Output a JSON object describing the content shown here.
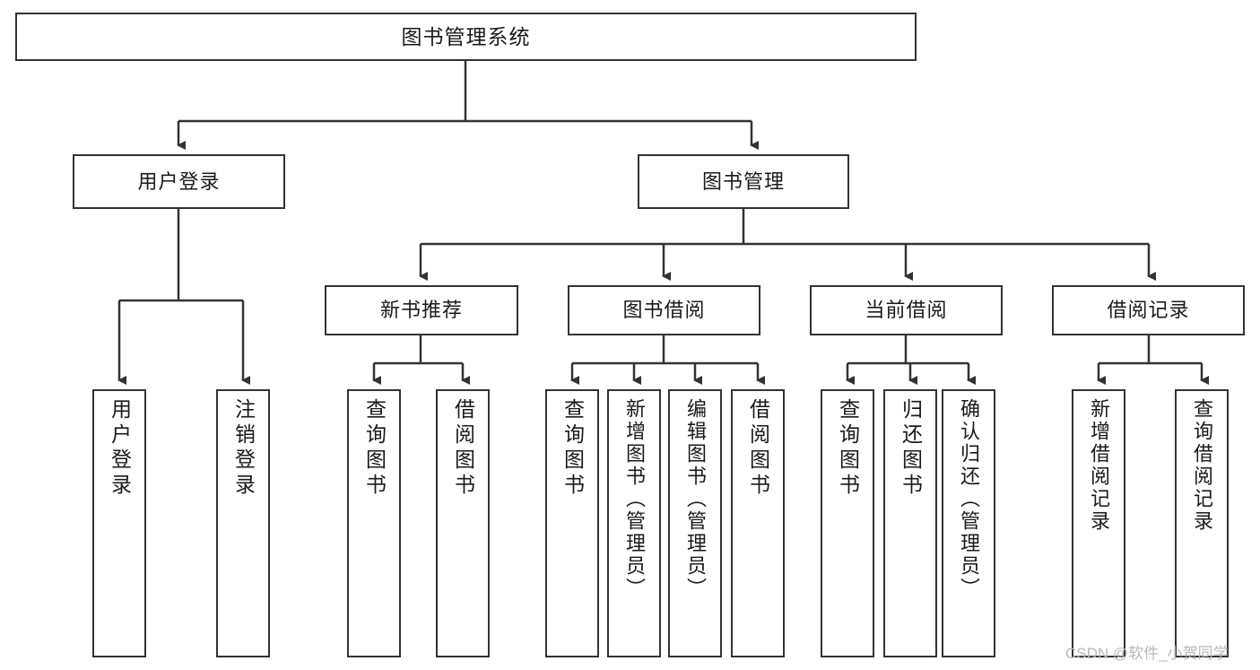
{
  "diagram": {
    "title": "图书管理系统",
    "watermark": "CSDN @软件_小贺同学",
    "colors": {
      "border": "#333333",
      "background": "#ffffff",
      "text": "#1a1a1a",
      "watermark": "#b9b9b9"
    },
    "levels": {
      "root": {
        "label": "图书管理系统"
      },
      "level2": [
        {
          "label": "用户登录"
        },
        {
          "label": "图书管理"
        }
      ],
      "level3": [
        {
          "label": "新书推荐"
        },
        {
          "label": "图书借阅"
        },
        {
          "label": "当前借阅"
        },
        {
          "label": "借阅记录"
        }
      ],
      "leaves": {
        "user_login": [
          {
            "label": "用户登录"
          },
          {
            "label": "注销登录"
          }
        ],
        "new_book_recommend": [
          {
            "label": "查询图书"
          },
          {
            "label": "借阅图书"
          }
        ],
        "book_borrow": [
          {
            "label": "查询图书"
          },
          {
            "label": "新增图书（管理员）"
          },
          {
            "label": "编辑图书（管理员）"
          },
          {
            "label": "借阅图书"
          }
        ],
        "current_borrow": [
          {
            "label": "查询图书"
          },
          {
            "label": "归还图书"
          },
          {
            "label": "确认归还（管理员）"
          }
        ],
        "borrow_records": [
          {
            "label": "新增借阅记录"
          },
          {
            "label": "查询借阅记录"
          }
        ]
      }
    }
  }
}
